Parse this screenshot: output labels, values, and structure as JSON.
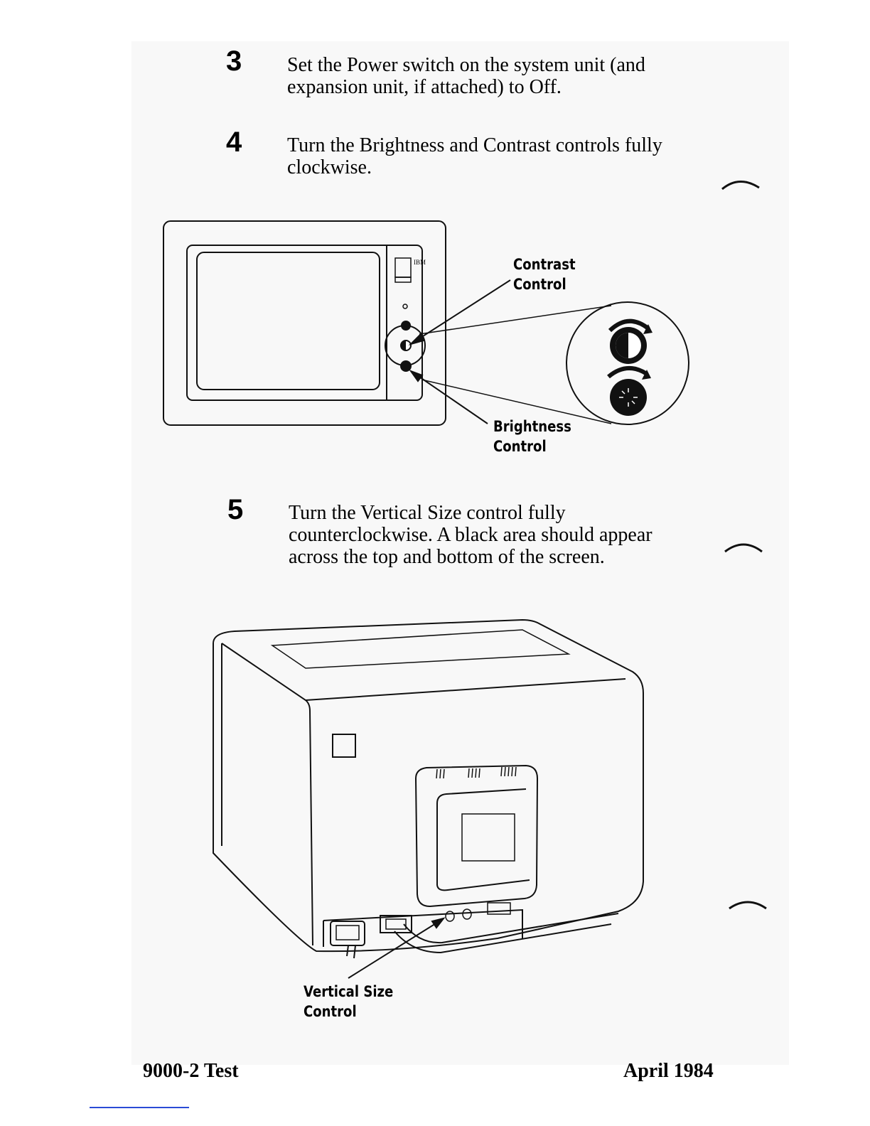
{
  "steps": [
    {
      "number": "3",
      "text": "Set the Power switch on the system unit (and expansion unit, if attached) to Off."
    },
    {
      "number": "4",
      "text": "Turn the Brightness and Contrast controls fully clockwise."
    },
    {
      "number": "5",
      "text": "Turn the Vertical Size control fully counterclockwise. A black area should appear across the top and bottom of the screen."
    }
  ],
  "figure1": {
    "logo_text": "IBM",
    "contrast_label": [
      "Contrast",
      "Control"
    ],
    "brightness_label": [
      "Brightness",
      "Control"
    ]
  },
  "figure2": {
    "vertical_size_label": [
      "Vertical Size",
      "Control"
    ]
  },
  "footer": {
    "left": "9000-2 Test",
    "right": "April 1984"
  }
}
